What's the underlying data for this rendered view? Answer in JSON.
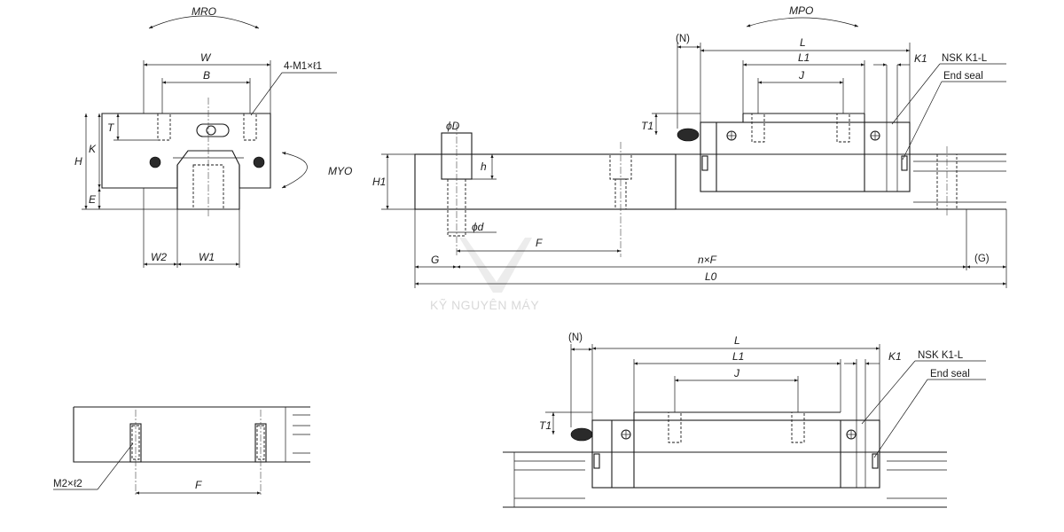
{
  "front_view": {
    "moment_top": "MRO",
    "moment_side": "MYO",
    "W": "W",
    "B": "B",
    "bolt_spec": "4-M1×ℓ1",
    "T": "T",
    "H": "H",
    "K": "K",
    "E": "E",
    "W2": "W2",
    "W1": "W1"
  },
  "rail_view": {
    "phi_D": "ϕD",
    "h": "h",
    "H1": "H1",
    "phi_d": "ϕd",
    "F": "F",
    "G": "G",
    "nF": "n×F",
    "G_paren": "(G)",
    "L0": "L0"
  },
  "side_view": {
    "moment_top": "MPO",
    "N": "(N)",
    "L": "L",
    "L1": "L1",
    "J": "J",
    "K1": "K1",
    "T1": "T1",
    "seal_label": "NSK K1-L",
    "end_seal": "End seal"
  },
  "tapped_rail": {
    "bolt_spec": "M2×ℓ2",
    "F": "F"
  },
  "side_view_b": {
    "N": "(N)",
    "L": "L",
    "L1": "L1",
    "J": "J",
    "K1": "K1",
    "T1": "T1",
    "seal_label": "NSK K1-L",
    "end_seal": "End seal"
  },
  "watermark": "KỸ NGUYÊN MÁY"
}
